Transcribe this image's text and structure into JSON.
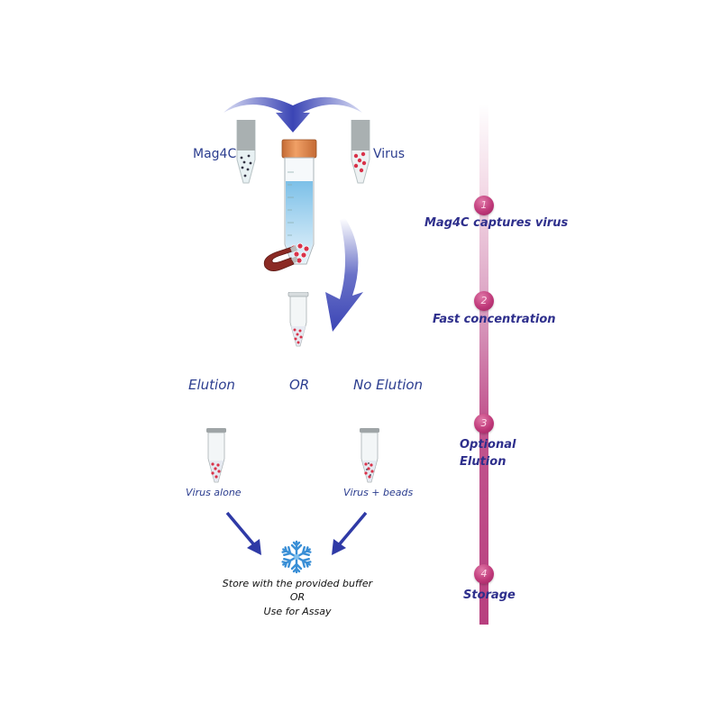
{
  "diagram": {
    "top": {
      "left_reagent_label": "Mag4C",
      "right_reagent_label": "Virus"
    },
    "branch": {
      "left_label": "Elution",
      "middle_label": "OR",
      "right_label": "No Elution"
    },
    "results": {
      "left_label": "Virus alone",
      "right_label": "Virus + beads"
    },
    "final": {
      "line1": "Store with the provided buffer",
      "line2": "OR",
      "line3": "Use for Assay"
    },
    "timeline": {
      "steps": [
        {
          "number": "1",
          "label": "Mag4C captures virus"
        },
        {
          "number": "2",
          "label": "Fast concentration"
        },
        {
          "number": "3",
          "label_line1": "Optional",
          "label_line2": "Elution"
        },
        {
          "number": "4",
          "label": "Storage"
        }
      ]
    },
    "colors": {
      "text_blue": "#2b3d8f",
      "arrow_blue": "#3b45b5",
      "timeline_magenta": "#b8407f",
      "tube_cap_orange": "#d9824a",
      "virus_red": "#d9334a",
      "magnet_red": "#8b2a24"
    }
  }
}
